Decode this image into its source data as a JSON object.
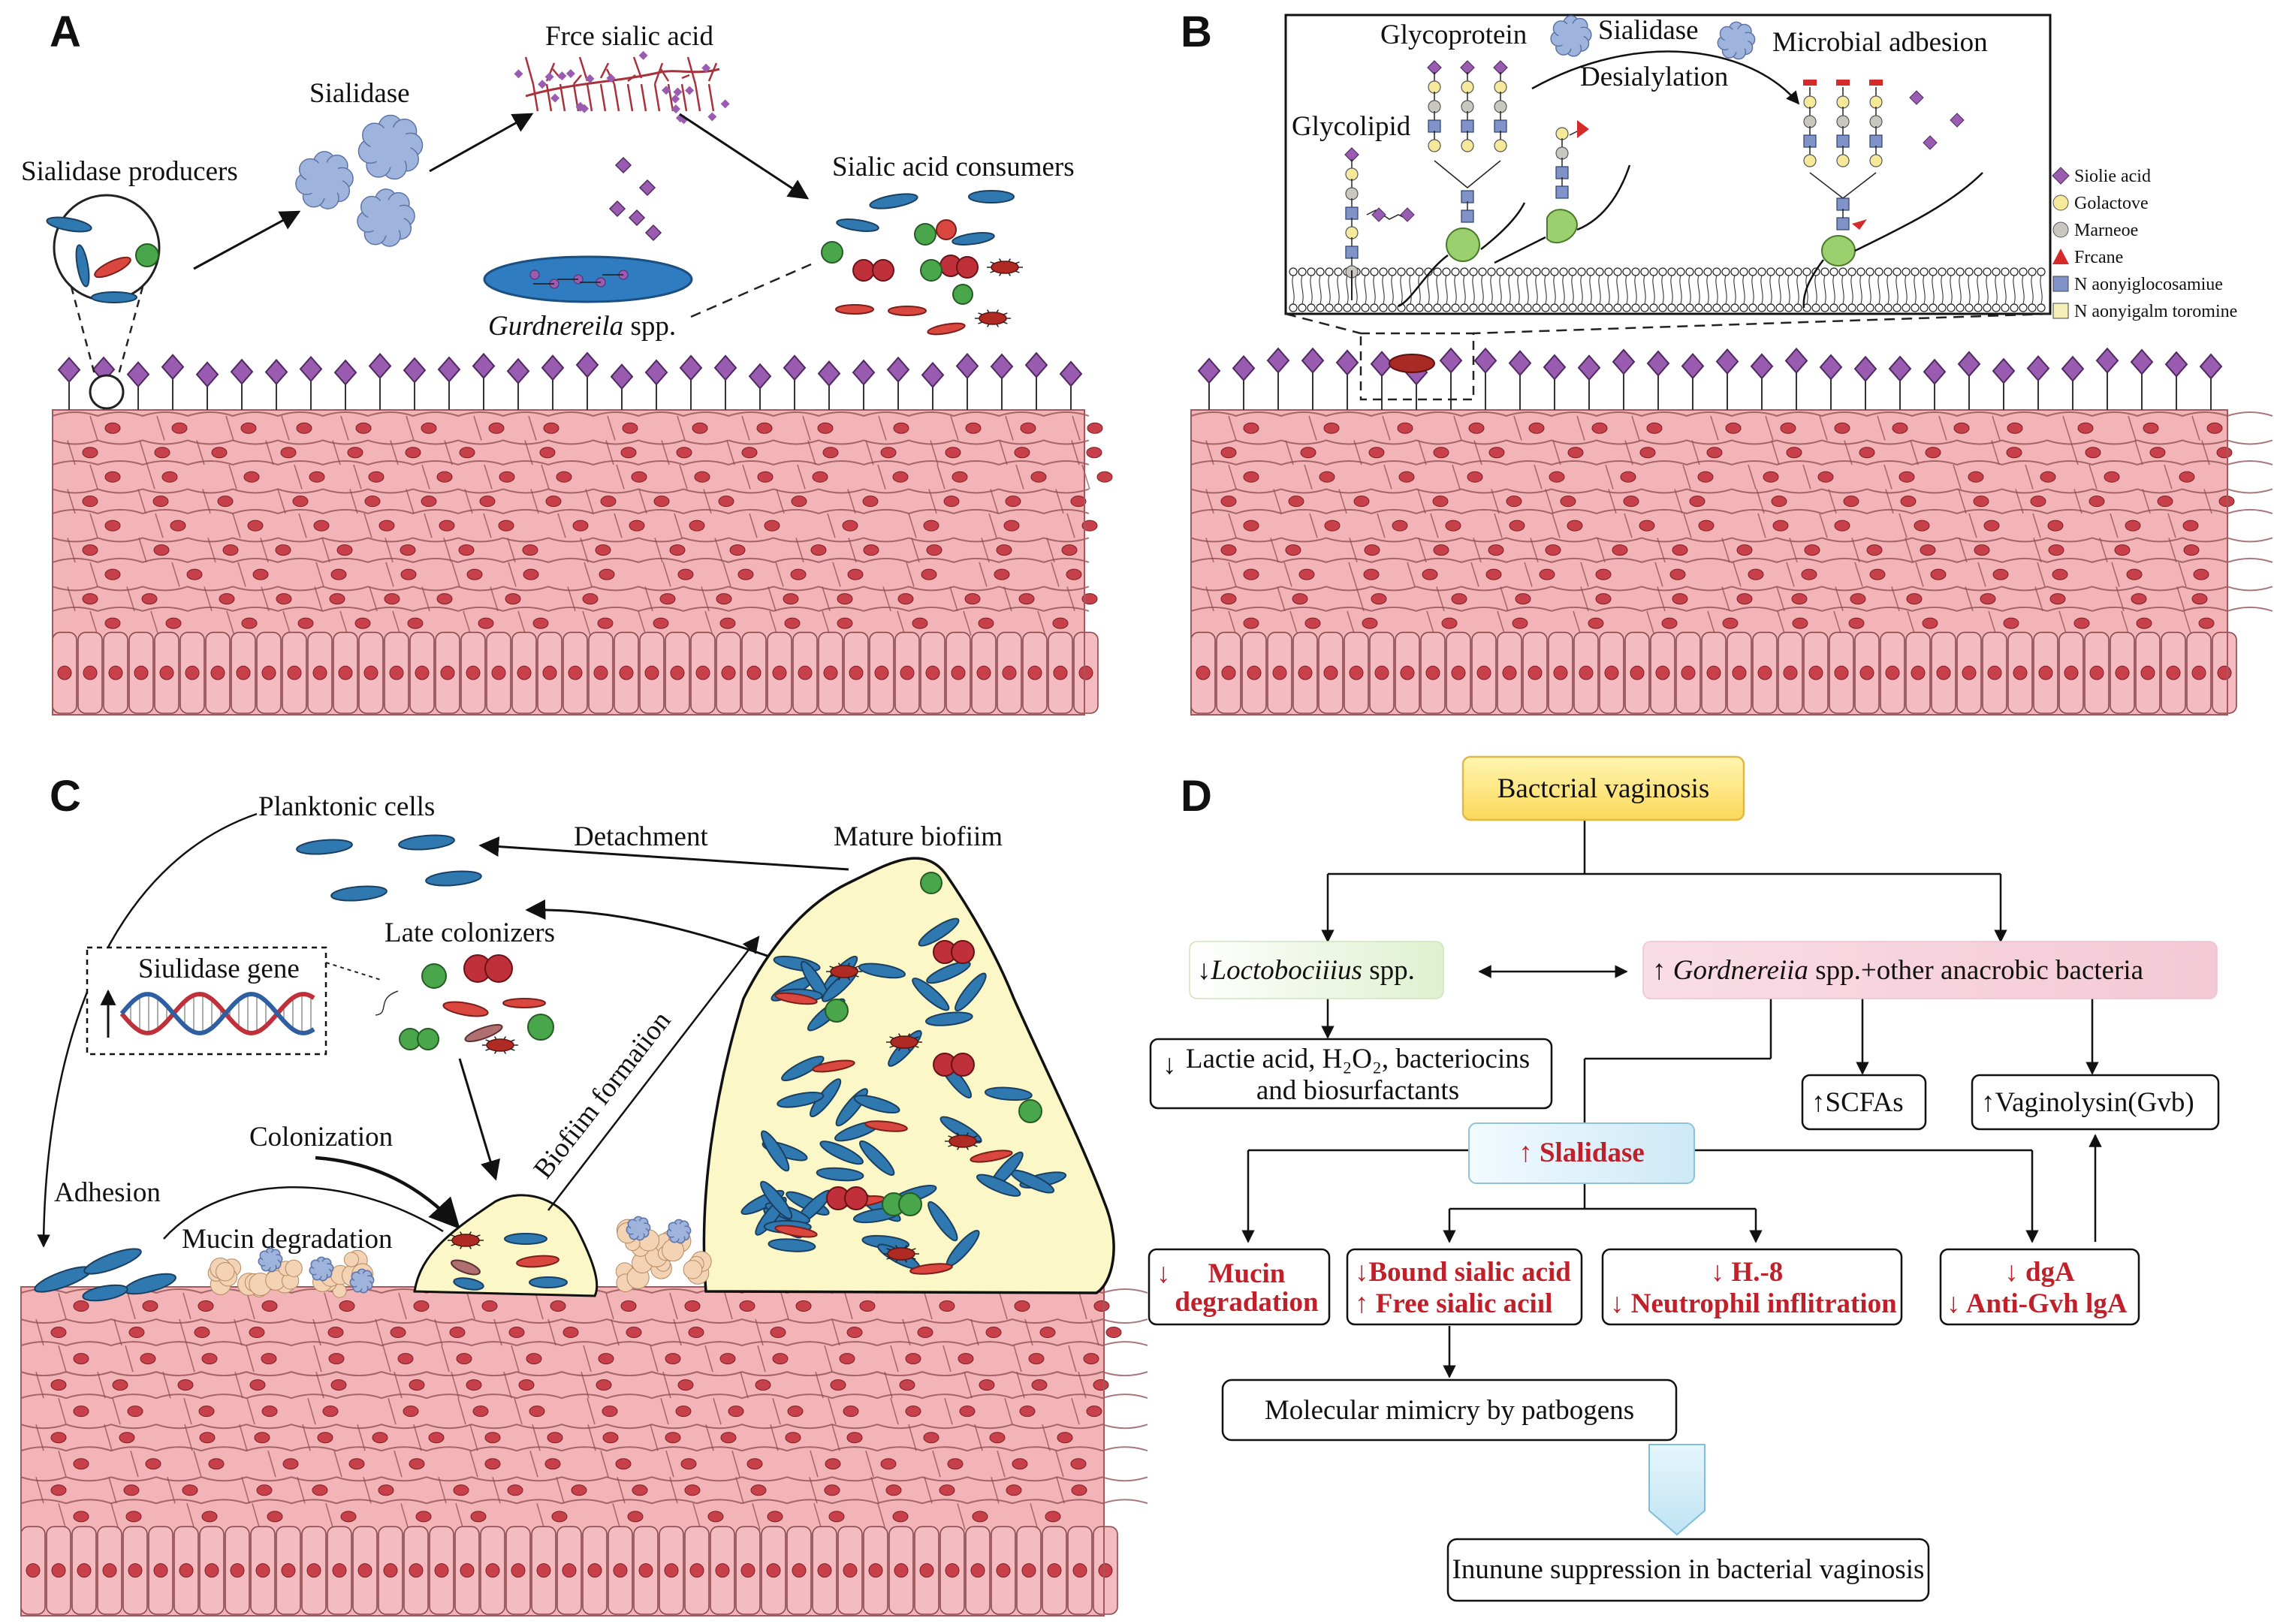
{
  "panel_a": {
    "letter": "A",
    "sialidase_producers": "Sialidase producers",
    "sialidase": "Sialidase",
    "free_sialic_acid": "Frce sialic acid",
    "sialic_acid_consumers": "Sialic acid consumers",
    "gardnerella": "Gurdnereila",
    "gardnerella_suffix": "spp."
  },
  "panel_b": {
    "letter": "B",
    "glycoprotein": "Glycoprotein",
    "sialidase": "Sialidase",
    "microbial_adhesion": "Microbial adbesion",
    "desialylation": "Desialylation",
    "glycolipid": "Glycolipid",
    "legend": [
      {
        "label": "Siolie acid",
        "shape": "diamond",
        "color": "#9a5cb0"
      },
      {
        "label": "Golactove",
        "shape": "circle",
        "color": "#f6ea9a"
      },
      {
        "label": "Marneoe",
        "shape": "circle",
        "color": "#c8c8c0"
      },
      {
        "label": "Frcane",
        "shape": "triangle",
        "color": "#d42a2a"
      },
      {
        "label": "N aonyiglocosamiue",
        "shape": "square",
        "color": "#7f93c9"
      },
      {
        "label": "N aonyigalm toromine",
        "shape": "square",
        "color": "#f5f0b8"
      }
    ]
  },
  "panel_c": {
    "letter": "C",
    "planktonic_cells": "Planktonic cells",
    "detachment": "Detachment",
    "mature_biofilm": "Mature biofiim",
    "late_colonizers": "Late colonizers",
    "sialidase_gene": "Siulidase gene",
    "biofilm_formation": "Biofiim formaiion",
    "colonization": "Colonization",
    "adhesion": "Adhesion",
    "mucin_degradation": "Mucin degradation"
  },
  "panel_d": {
    "letter": "D",
    "bv": "Bactcrial vaginosis",
    "lacto_genus": "Loctobociiius",
    "lacto_suffix": " spp.",
    "gard_genus": "Gordnereiia",
    "gard_suffix": " spp.+other anacrobic bacteria",
    "lactic_line1": "Lactie acid, H₂O₂, bacteriocins",
    "lactic_line2": "and biosurfactants",
    "scfas": "SCFAs",
    "vaginolysin": "Vaginolysin(Gvb)",
    "sialidase": "Slalidase",
    "mucin_line1": "Mucin",
    "mucin_line2": "degradation",
    "bound_sialic": "Bound sialic acid",
    "free_sialic": "Free sialic aciıl",
    "il8": "H.-8",
    "neutrophil": "Neutrophil inflitration",
    "iga": "dgA",
    "anti_gvh": "Anti-Gvh lgA",
    "mimicry": "Molecular mimicry by patbogens",
    "immune": "Inunune suppression in bacterial vaginosis"
  },
  "colors": {
    "tissue": "#f2b4b6",
    "tissue_line": "#8a4a4e",
    "nucleus": "#c8404a",
    "sialic": "#9a5cb0",
    "sialidase_blob": "#9fb4dc",
    "bacterium_blue": "#2f78b0",
    "biofilm_fill": "#fbf7c6",
    "bv_box": "#fde37a",
    "lacto_box": "#e6f4d8",
    "gard_box": "#f7d5e0",
    "sialidase_box": "#d8eef8",
    "red_text": "#c0202a"
  }
}
